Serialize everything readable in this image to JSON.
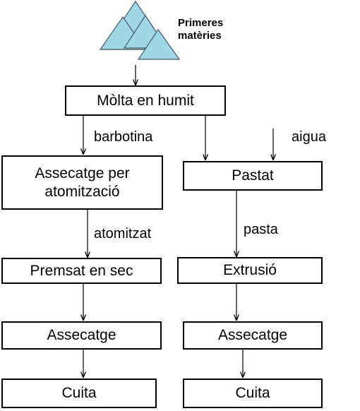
{
  "raw_materials": {
    "label_line1": "Primeres",
    "label_line2": "matèries",
    "icon": "triangles-icon",
    "icon_fill": "#9fd8e5"
  },
  "steps": {
    "wet_milling": "Mòlta en humit",
    "spray_drying_line1": "Assecatge per",
    "spray_drying_line2": "atomització",
    "dry_pressing": "Premsat en sec",
    "drying_left": "Assecatge",
    "firing_left": "Cuita",
    "kneading": "Pastat",
    "extrusion": "Extrusió",
    "drying_right": "Assecatge",
    "firing_right": "Cuita"
  },
  "edge_labels": {
    "slip": "barbotina",
    "water": "aigua",
    "atomized": "atomitzat",
    "paste": "pasta"
  },
  "colors": {
    "stroke": "#000000",
    "icon_stroke": "#4a5a66"
  }
}
